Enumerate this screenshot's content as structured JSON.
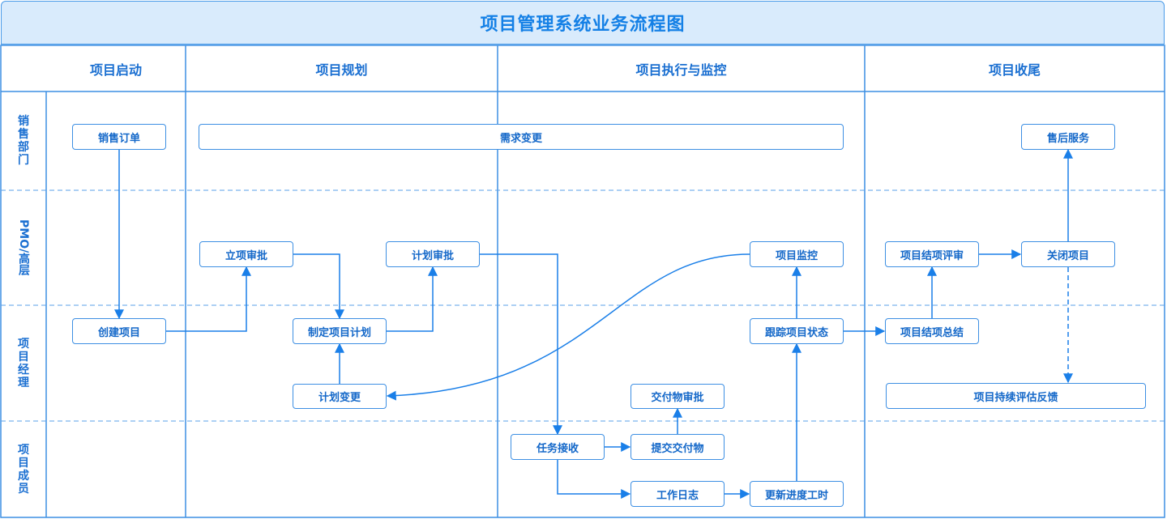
{
  "title": "项目管理系统业务流程图",
  "phases": [
    {
      "id": "start",
      "label": "项目启动"
    },
    {
      "id": "plan",
      "label": "项目规划"
    },
    {
      "id": "exec",
      "label": "项目执行与监控"
    },
    {
      "id": "close",
      "label": "项目收尾"
    }
  ],
  "lanes": [
    {
      "id": "sales",
      "label": "销售部门"
    },
    {
      "id": "pmo",
      "label": "PMO/高层"
    },
    {
      "id": "pm",
      "label": "项目经理"
    },
    {
      "id": "member",
      "label": "项目成员"
    }
  ],
  "nodes": {
    "sales_order": "销售订单",
    "req_change": "需求变更",
    "after_sales": "售后服务",
    "approval": "立项审批",
    "plan_approval": "计划审批",
    "monitor": "项目监控",
    "closing_review": "项目结项评审",
    "close_project": "关闭项目",
    "create_project": "创建项目",
    "make_plan": "制定项目计划",
    "track_status": "跟踪项目状态",
    "closing_summary": "项目结项总结",
    "plan_change": "计划变更",
    "deliverable_approval": "交付物审批",
    "continuous_eval": "项目持续评估反馈",
    "task_accept": "任务接收",
    "submit_deliverable": "提交交付物",
    "work_log": "工作日志",
    "update_progress": "更新进度工时"
  },
  "colors": {
    "line": "#3d8fe3",
    "text": "#1468c9",
    "header_bg": "#d9ebfc"
  }
}
